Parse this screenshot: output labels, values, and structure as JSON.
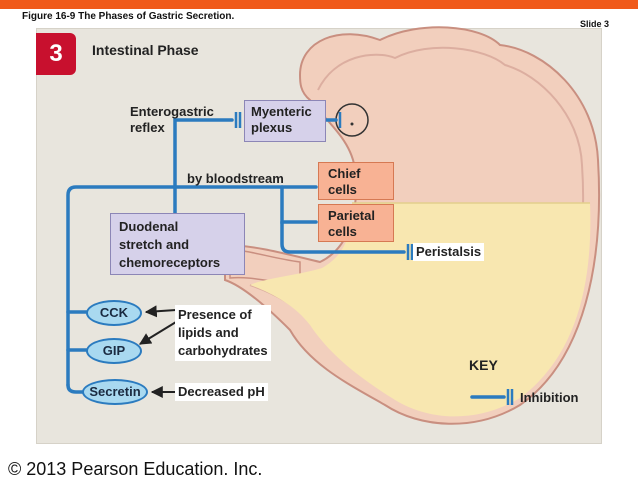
{
  "figure_title": "Figure 16-9 The Phases of Gastric Secretion.",
  "slide_label": "Slide 3",
  "phase": {
    "number": "3",
    "title": "Intestinal Phase"
  },
  "labels": {
    "enterogastric_reflex": [
      "Enterogastric",
      "reflex"
    ],
    "myenteric_plexus": [
      "Myenteric",
      "plexus"
    ],
    "by_bloodstream": "by bloodstream",
    "chief_cells": [
      "Chief",
      "cells"
    ],
    "parietal_cells": [
      "Parietal",
      "cells"
    ],
    "duodenal_receptors": [
      "Duodenal",
      "stretch and",
      "chemoreceptors"
    ],
    "peristalsis": "Peristalsis",
    "cck": "CCK",
    "gip": "GIP",
    "secretin": "Secretin",
    "presence_lipids": [
      "Presence of",
      "lipids and",
      "carbohydrates"
    ],
    "decreased_ph": "Decreased pH"
  },
  "key": {
    "title": "KEY",
    "inhibition": "Inhibition"
  },
  "copyright": "© 2013 Pearson Education. Inc.",
  "colors": {
    "top_bar": "#f05a1a",
    "phase_badge": "#c8102e",
    "pathway_line": "#2b7bbf",
    "stomach": "#f2cfbd",
    "chyme": "#f8e7b0",
    "lavender_box": "#d6d1ea",
    "salmon_box": "#f8b294",
    "hormone_oval": "#a9d9f0"
  }
}
